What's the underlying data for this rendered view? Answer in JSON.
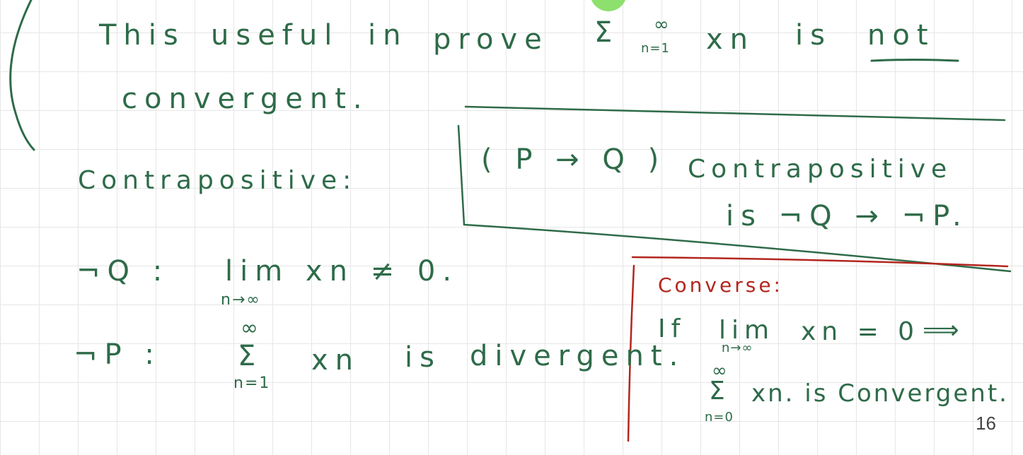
{
  "note": {
    "line1": {
      "this": "This",
      "useful": "useful",
      "in": "in",
      "prove": "prove",
      "sigma": "Σ",
      "sum_sup": "∞",
      "sum_sub": "n=1",
      "xn": "xn",
      "is": "is",
      "not": "not"
    },
    "line2": "convergent.",
    "contrapositive_label": "Contrapositive:",
    "box": {
      "implication": "( P → Q )",
      "word": "Contrapositive",
      "result": "is ¬Q → ¬P."
    },
    "notq": {
      "label": "¬Q :",
      "lim": "lim xn ≠ 0.",
      "lim_sub": "n→∞"
    },
    "notp": {
      "label": "¬P :",
      "sum_top": "∞",
      "sigma": "Σ",
      "sum_bot": "n=1",
      "xn": "xn",
      "is": "is",
      "divergent": "divergent."
    },
    "converse": {
      "title": "Converse:",
      "if": "If",
      "lim": "lim",
      "lim_sub": "n→∞",
      "xn_eq": "xn = 0",
      "arrow": "⟹",
      "sum_top": "∞",
      "sigma": "Σ",
      "sum_bot": "n=0",
      "text": "xn. is Convergent."
    }
  },
  "page_number": "16",
  "colors": {
    "ink_green": "#2e6b49",
    "ink_red": "#b3261e",
    "grid": "#e6e6e6",
    "highlight": "#8ee06e"
  }
}
